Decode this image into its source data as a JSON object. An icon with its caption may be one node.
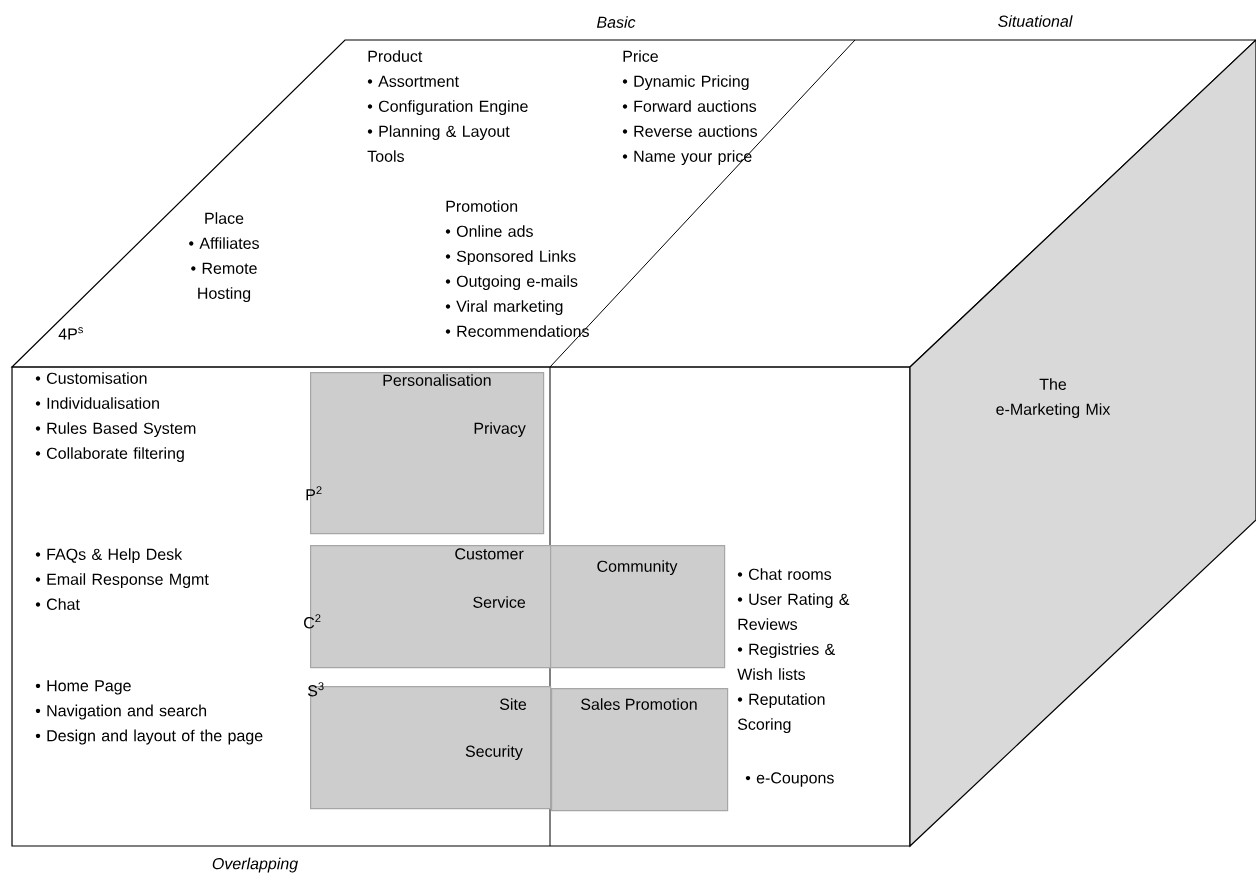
{
  "diagram": {
    "nodes": [
      {
        "text": [
          "Product",
          "• Assortment",
          "• Configuration Engine",
          "• Planning & Layout Tools",
          "Price",
          "• Dynamic Pricing",
          "• Forward auctions",
          "• Reverse auctions",
          "• Name your price",
          "Place",
          "• Affiliates",
          "• Remote Hosting",
          "Promotion",
          "• Online ads",
          "• Sponsored Links",
          "• Outgoing e-mails",
          "• Viral marketing",
          "• Recommendations",
          "4P$^{s}$"
        ]
      },
      {
        "text": [
          "• Customisation",
          "• Individualisation",
          "• Rules Based System",
          "• Collaborate filtering",
          "• FAQs & Help Desk",
          "• Email Response Mgmt",
          "• Chat",
          "• Home Page",
          "• Navigation and search",
          "• Design and layout of the page",
          "• Chat rooms",
          "• User Rating & Reviews",
          "• Registries & Wish lists",
          "• Reputation Scoring",
          "• e-Coupons"
        ]
      },
      {
        "text": [
          "The e-Marketing Mix"
        ]
      },
      {
        "text": [
          "Personalisation",
          "Privacy",
          "P$^{2}$"
        ],
        "in": 1
      },
      {
        "text": [
          "Customer",
          "Service",
          "C$^{2}$"
        ],
        "in": 1
      },
      {
        "text": [
          "Community"
        ],
        "in": 1
      },
      {
        "text": [
          "S$^{3}$",
          "Site",
          "Security"
        ],
        "in": 1
      },
      {
        "text": [
          "Sales Promotion"
        ],
        "in": 1
      }
    ],
    "labels": [
      "Basic",
      "Situational",
      "Overlapping"
    ]
  }
}
